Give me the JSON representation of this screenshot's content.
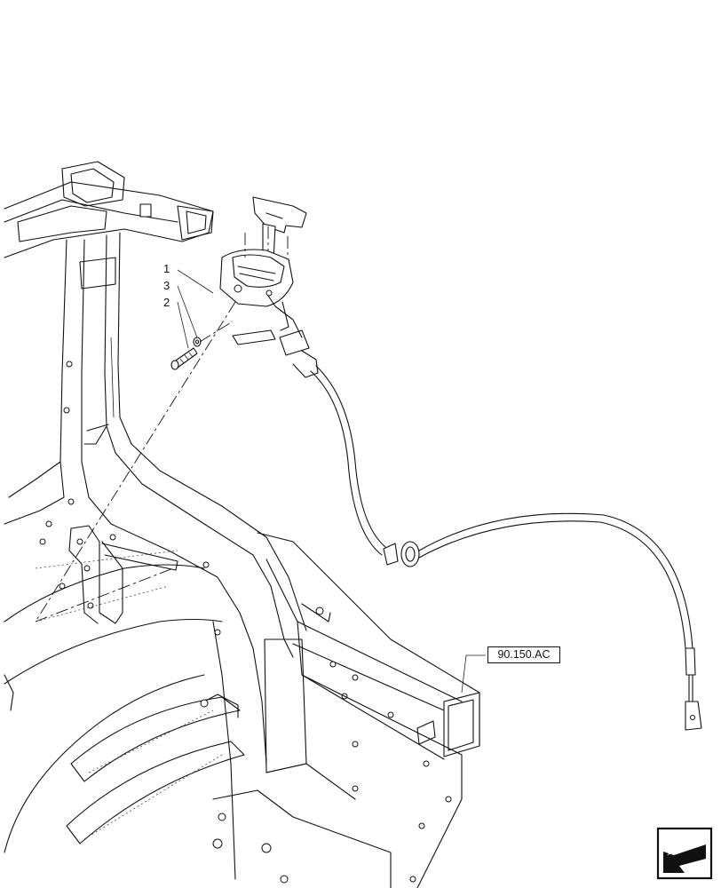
{
  "callouts": [
    {
      "id": "1",
      "label": "1"
    },
    {
      "id": "3",
      "label": "3"
    },
    {
      "id": "2",
      "label": "2"
    }
  ],
  "reference": {
    "label": "90.150.AC"
  },
  "icons": {
    "navigation": "arrow-back-icon"
  }
}
